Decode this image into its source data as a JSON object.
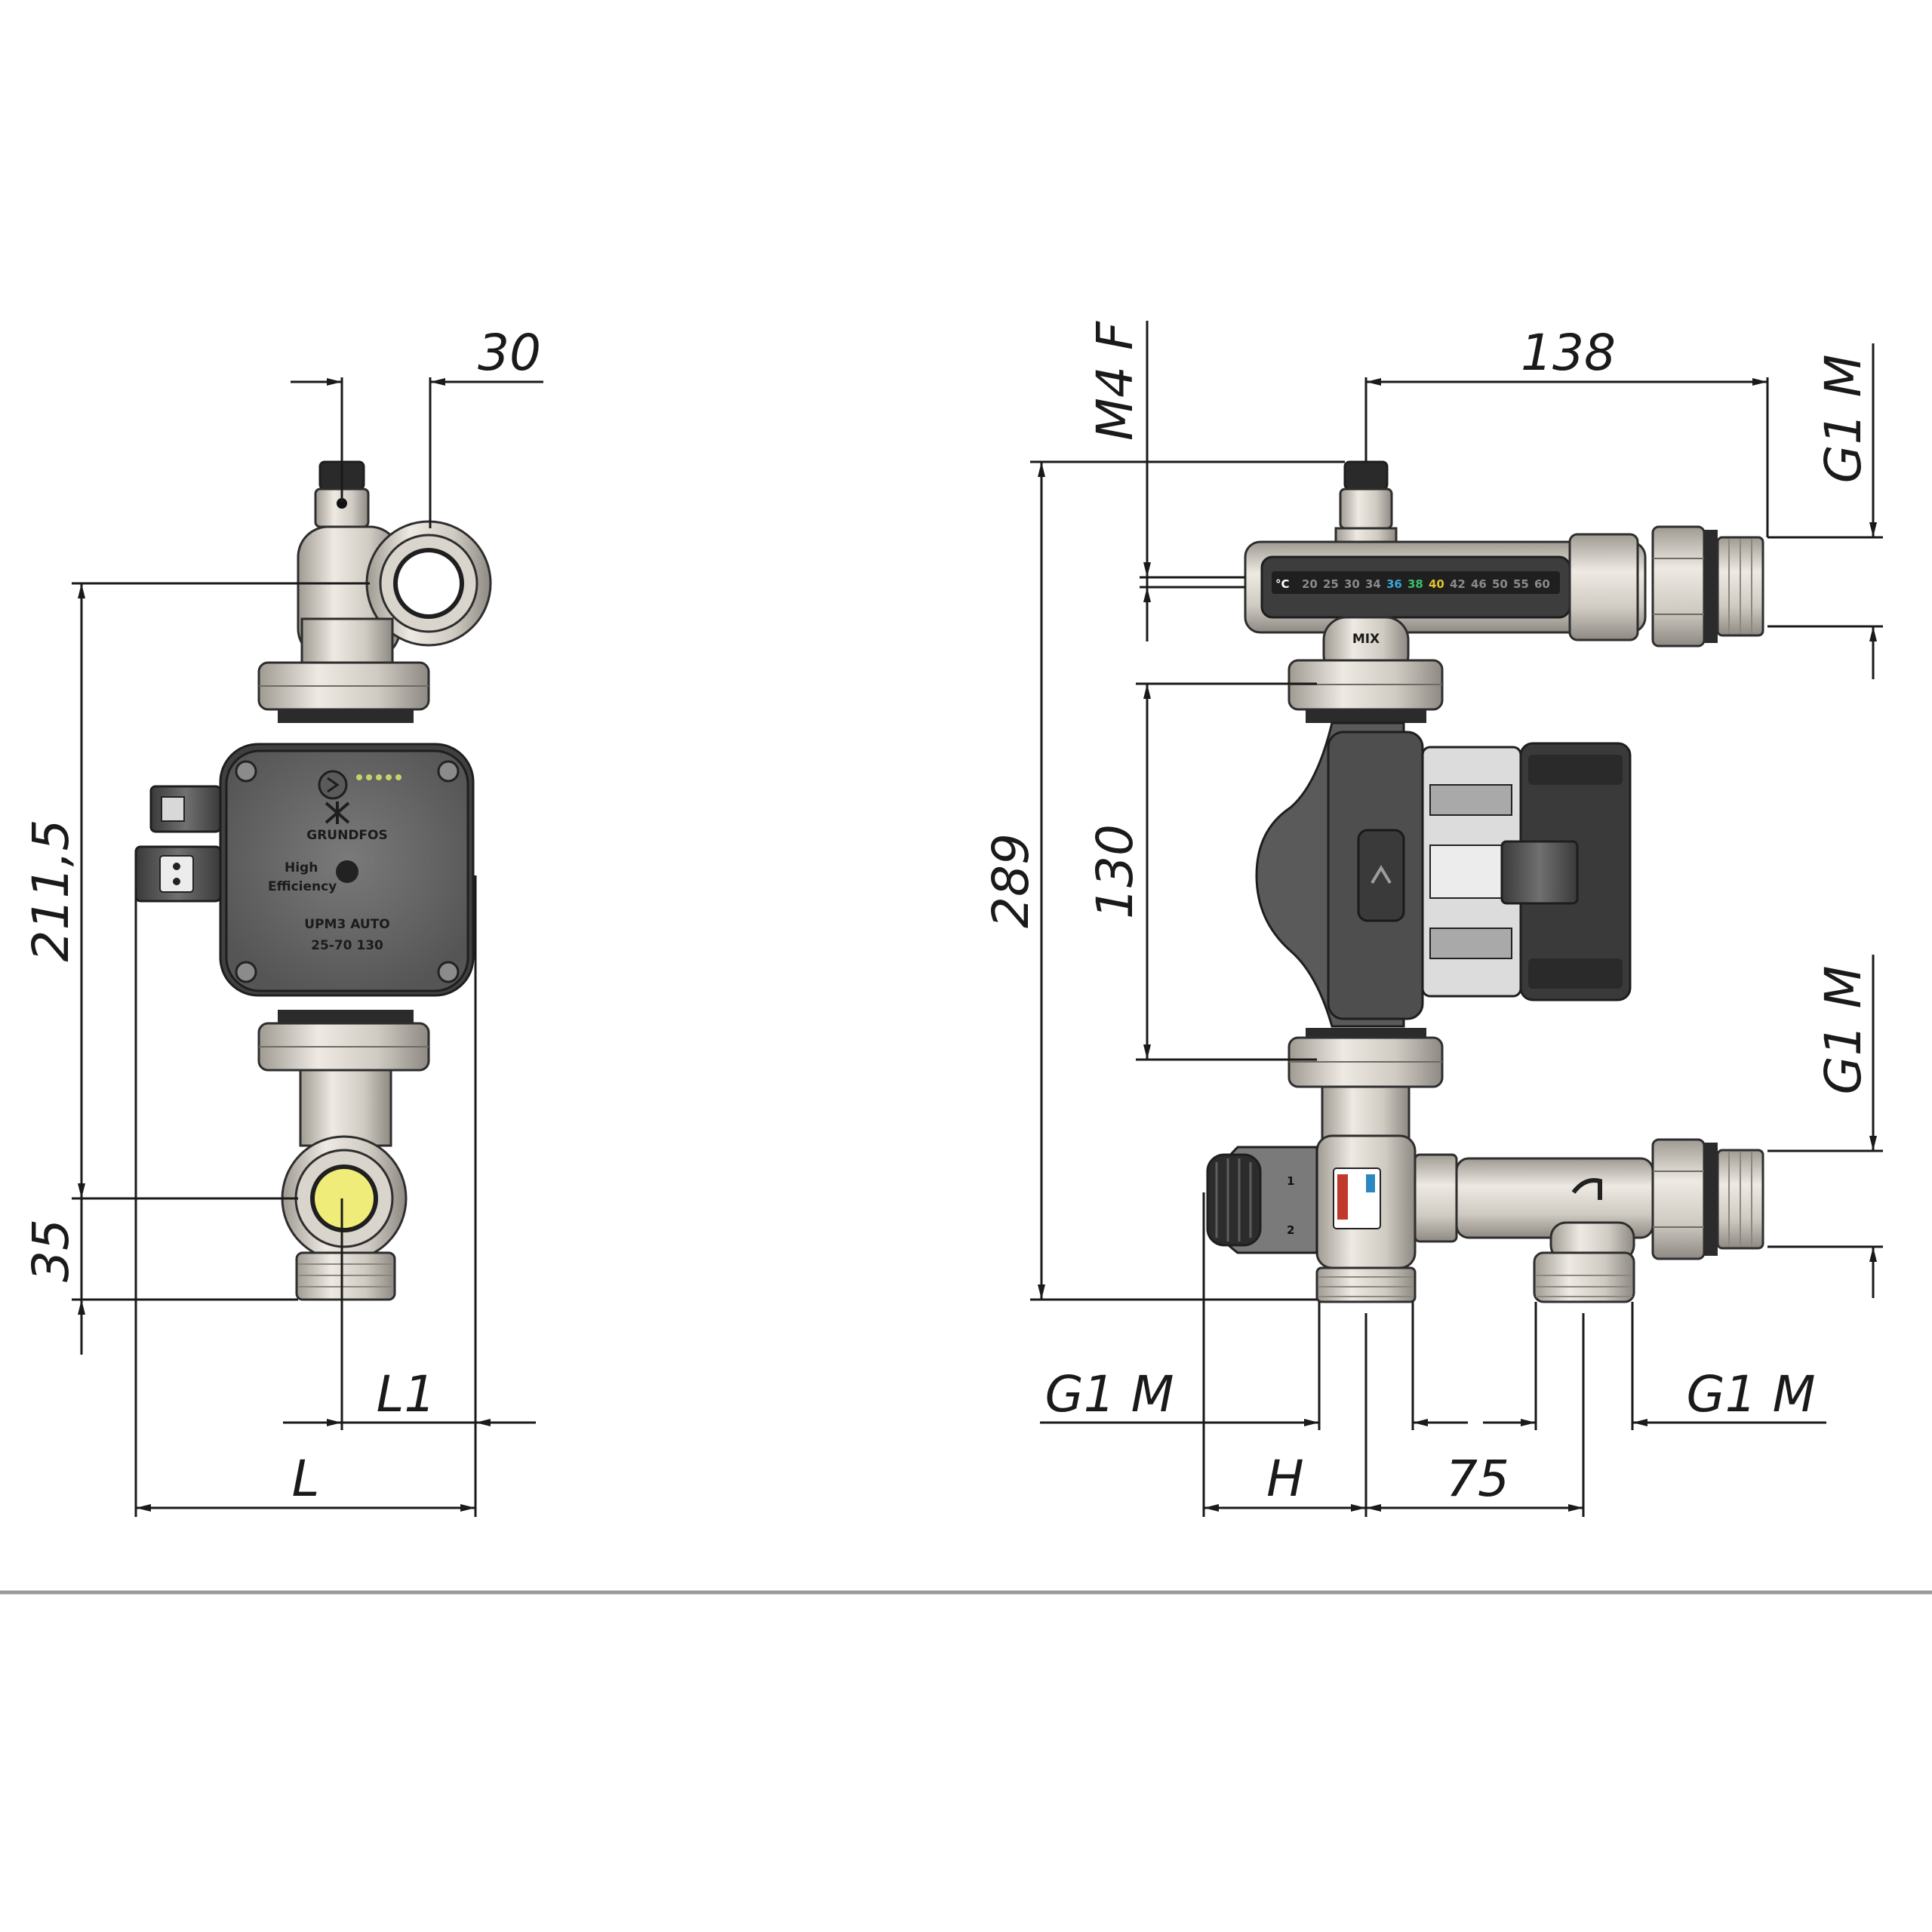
{
  "labels": {
    "left": {
      "dim_30": "30",
      "dim_211_5": "211,5",
      "dim_35": "35",
      "dim_L1": "L1",
      "dim_L": "L"
    },
    "right": {
      "dim_M4F": "M4 F",
      "dim_138": "138",
      "dim_G1M_top": "G1 M",
      "dim_289": "289",
      "dim_130": "130",
      "dim_G1M_mid": "G1 M",
      "dim_G1M_left": "G1 M",
      "dim_G1M_right": "G1 M",
      "dim_H": "H",
      "dim_75": "75"
    },
    "pump": {
      "brand": "GRUNDFOS",
      "efficiency_line1": "High",
      "efficiency_line2": "Efficiency",
      "model_line1": "UPM3 AUTO",
      "model_line2": "25-70 130"
    },
    "thermometer": {
      "unit": "°C",
      "scale": [
        "20",
        "25",
        "30",
        "34",
        "36",
        "38",
        "40",
        "42",
        "46",
        "50",
        "55",
        "60"
      ]
    },
    "valve": {
      "mix_label": "MIX",
      "knob_marks": [
        "1",
        "2"
      ]
    }
  },
  "colors": {
    "metal": "#cfcac2",
    "metal_light": "#e7e3dc",
    "pump_body": "#6c6c6c",
    "pump_dark": "#3e3e3e",
    "yellow": "#f0ec7a",
    "scale_blue": "#3aa7d8",
    "scale_green": "#3cbf6c",
    "scale_yellow": "#e2c12a"
  }
}
